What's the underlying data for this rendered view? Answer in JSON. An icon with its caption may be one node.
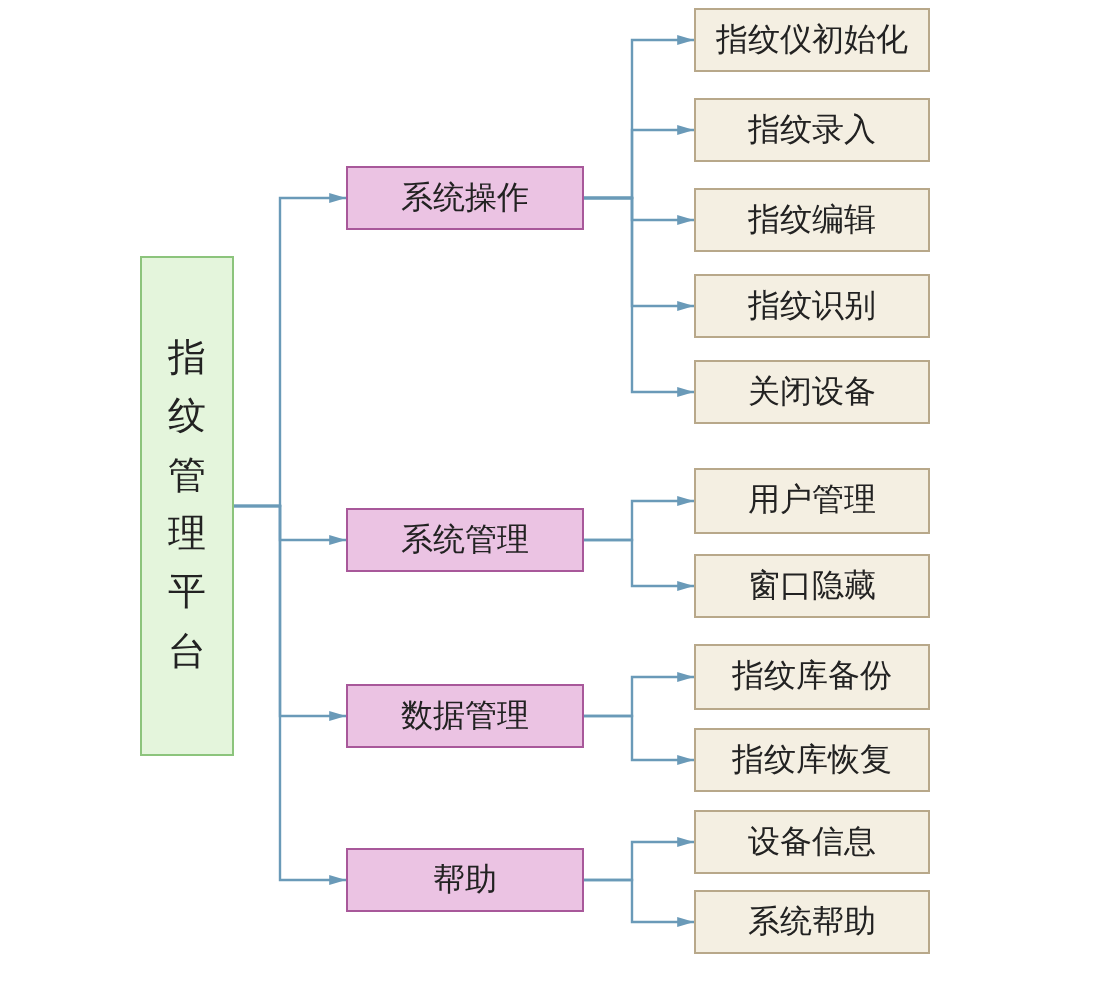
{
  "diagram": {
    "nodes": [
      {
        "text": [
          "指纹管理平台"
        ]
      },
      {
        "text": [
          "系统操作"
        ]
      },
      {
        "text": [
          "系统管理"
        ]
      },
      {
        "text": [
          "数据管理"
        ]
      },
      {
        "text": [
          "帮助"
        ]
      },
      {
        "text": [
          "指纹仪初始化"
        ]
      },
      {
        "text": [
          "指纹录入"
        ]
      },
      {
        "text": [
          "指纹编辑"
        ]
      },
      {
        "text": [
          "指纹识别"
        ]
      },
      {
        "text": [
          "关闭设备"
        ]
      },
      {
        "text": [
          "用户管理"
        ]
      },
      {
        "text": [
          "窗口隐藏"
        ]
      },
      {
        "text": [
          "指纹库备份"
        ]
      },
      {
        "text": [
          "指纹库恢复"
        ]
      },
      {
        "text": [
          "设备信息"
        ]
      },
      {
        "text": [
          "系统帮助"
        ]
      }
    ],
    "edges": [
      {
        "from": 0,
        "to": 1,
        "arrow": "to"
      },
      {
        "from": 0,
        "to": 2,
        "arrow": "to"
      },
      {
        "from": 0,
        "to": 3,
        "arrow": "to"
      },
      {
        "from": 0,
        "to": 4,
        "arrow": "to"
      },
      {
        "from": 1,
        "to": 5,
        "arrow": "to"
      },
      {
        "from": 1,
        "to": 6,
        "arrow": "to"
      },
      {
        "from": 1,
        "to": 7,
        "arrow": "to"
      },
      {
        "from": 1,
        "to": 8,
        "arrow": "to"
      },
      {
        "from": 1,
        "to": 9,
        "arrow": "to"
      },
      {
        "from": 2,
        "to": 10,
        "arrow": "to"
      },
      {
        "from": 2,
        "to": 11,
        "arrow": "to"
      },
      {
        "from": 3,
        "to": 12,
        "arrow": "to"
      },
      {
        "from": 3,
        "to": 13,
        "arrow": "to"
      },
      {
        "from": 4,
        "to": 14,
        "arrow": "to"
      },
      {
        "from": 4,
        "to": 15,
        "arrow": "to"
      }
    ]
  }
}
